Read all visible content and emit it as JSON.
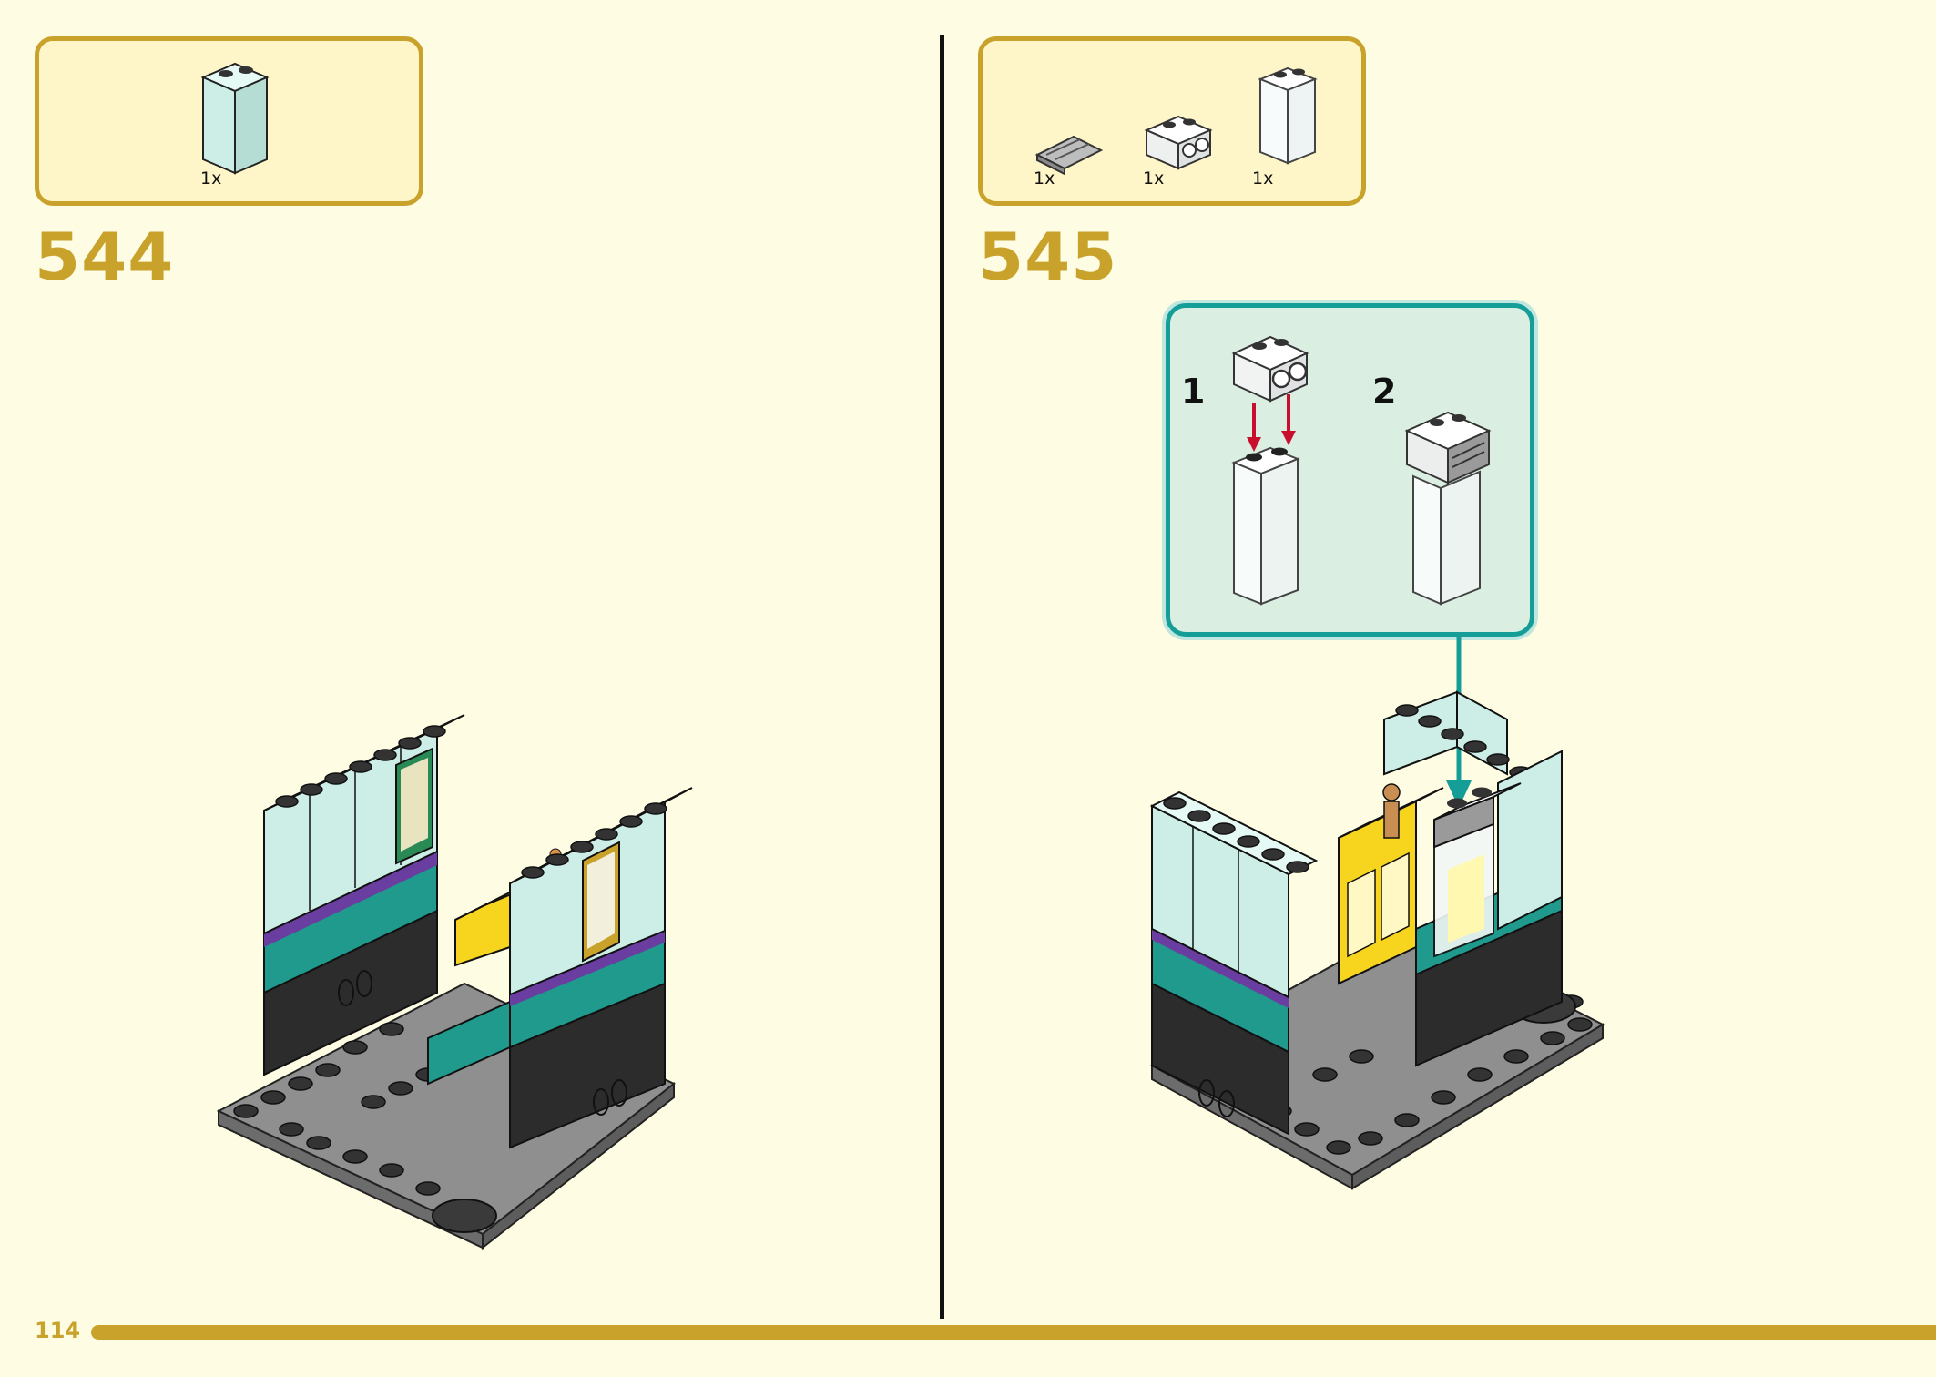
{
  "page_number": "114",
  "steps": [
    {
      "number": "544",
      "parts": [
        {
          "qty": "1x",
          "icon": "light-aqua-brick-1x2x3-icon"
        }
      ]
    },
    {
      "number": "545",
      "parts": [
        {
          "qty": "1x",
          "icon": "grey-grille-tile-icon"
        },
        {
          "qty": "1x",
          "icon": "white-bracket-brick-icon"
        },
        {
          "qty": "1x",
          "icon": "transparent-panel-icon"
        }
      ],
      "substeps": [
        "1",
        "2"
      ]
    }
  ],
  "colors": {
    "background": "#fefde3",
    "accent_gold": "#c9a22c",
    "callout_teal": "#159e98",
    "light_aqua": "#cdeee6",
    "dark_teal": "#1f9a8c",
    "purple": "#6a3da0",
    "black_brick": "#2c2c2c",
    "grey_plate": "#9a9a9a",
    "yellow": "#f7d51f"
  }
}
